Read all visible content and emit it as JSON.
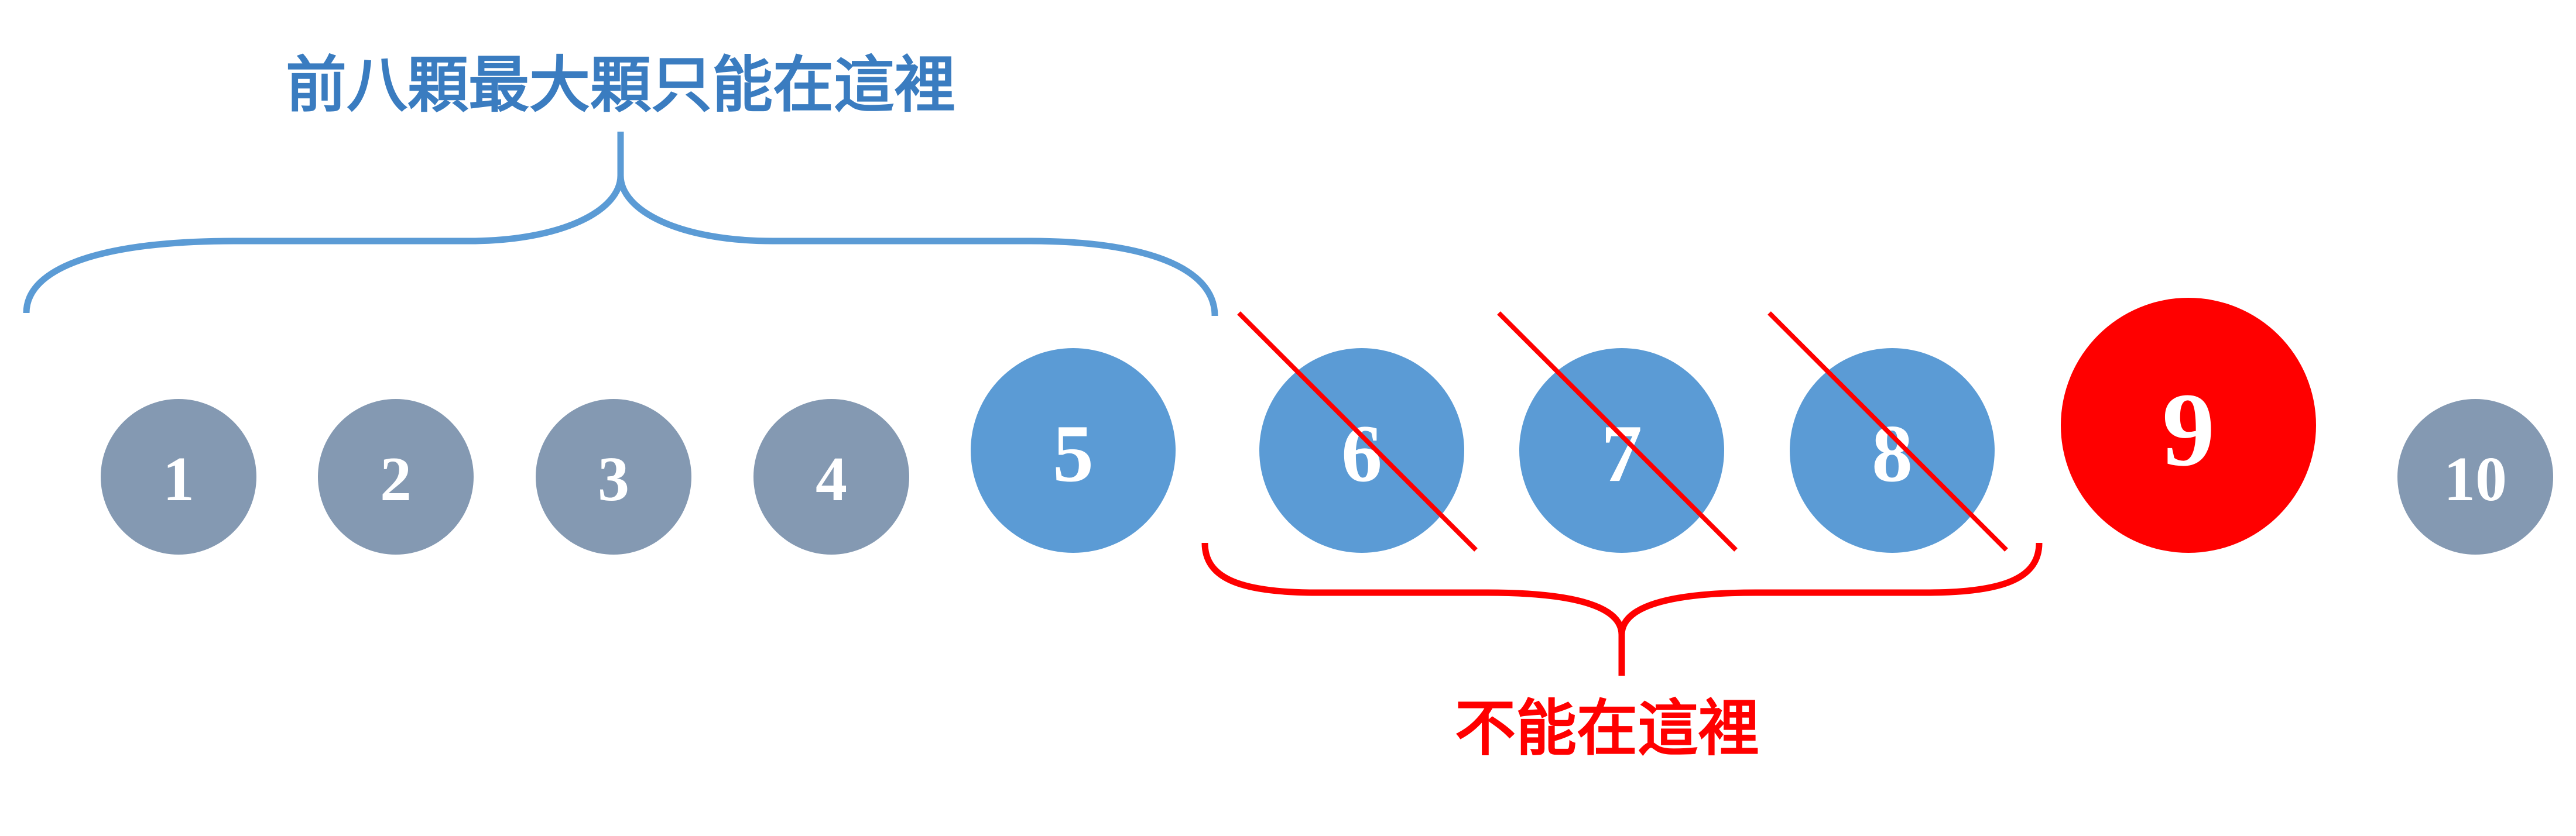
{
  "colors": {
    "gray_ball": "#8499b2",
    "blue_ball": "#5b9bd5",
    "red_ball": "#ff0000",
    "blue_caption": "#3a7cc0",
    "red_caption": "#ff0000",
    "blue_brace": "#5b9bd5",
    "red_brace": "#ff0000",
    "strike_line": "#ff0000",
    "ball_text": "#ffffff"
  },
  "captions": {
    "top": "前八顆最大顆只能在這裡",
    "bottom": "不能在這裡"
  },
  "balls": [
    {
      "label": "1",
      "tone": "gray",
      "crossed": false
    },
    {
      "label": "2",
      "tone": "gray",
      "crossed": false
    },
    {
      "label": "3",
      "tone": "gray",
      "crossed": false
    },
    {
      "label": "4",
      "tone": "gray",
      "crossed": false
    },
    {
      "label": "5",
      "tone": "blue",
      "crossed": false
    },
    {
      "label": "6",
      "tone": "blue",
      "crossed": true
    },
    {
      "label": "7",
      "tone": "blue",
      "crossed": true
    },
    {
      "label": "8",
      "tone": "blue",
      "crossed": true
    },
    {
      "label": "9",
      "tone": "red",
      "crossed": false
    },
    {
      "label": "10",
      "tone": "gray",
      "crossed": false
    }
  ]
}
